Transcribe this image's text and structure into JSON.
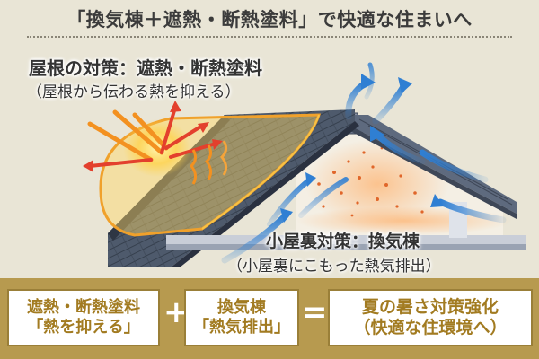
{
  "title": "「換気棟＋遮熱・断熱塗料」で快適な住まいへ",
  "roof_label": {
    "title": "屋根の対策：遮熱・断熱塗料",
    "subtitle": "（屋根から伝わる熱を抑える）"
  },
  "attic_label": {
    "title": "小屋裏対策：換気棟",
    "subtitle": "（小屋裏にこもった熱気排出）"
  },
  "equation": {
    "term1": {
      "line1": "遮熱・断熱塗料",
      "line2": "「熱を抑える」"
    },
    "plus": "+",
    "term2": {
      "line1": "換気棟",
      "line2": "「熱気排出」"
    },
    "equals": "=",
    "result": {
      "line1": "夏の暑さ対策強化",
      "line2": "（快適な住環境へ）"
    }
  },
  "colors": {
    "background": "#e9e5d6",
    "accent_gold": "#b79a4f",
    "text_gold": "#a27b21",
    "roof_dark": "#4e5a6c",
    "airflow_blue": "#4a90d9",
    "heat_orange": "#f07a1a"
  }
}
